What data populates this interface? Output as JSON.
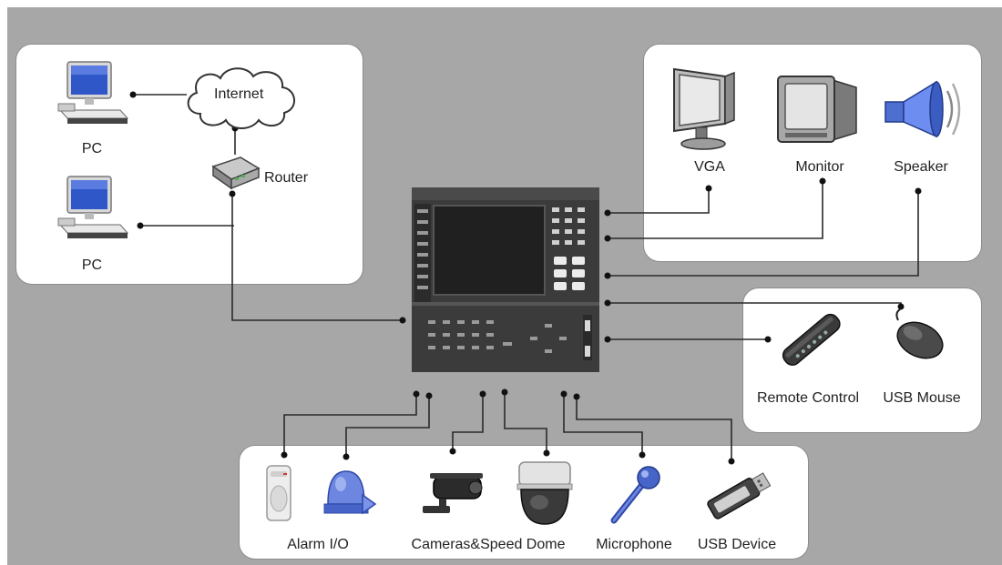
{
  "network": {
    "pc_top_label": "PC",
    "pc_bottom_label": "PC",
    "internet_label": "Internet",
    "router_label": "Router"
  },
  "display": {
    "vga_label": "VGA",
    "monitor_label": "Monitor",
    "speaker_label": "Speaker"
  },
  "control": {
    "remote_label": "Remote Control",
    "mouse_label": "USB Mouse"
  },
  "peripherals": {
    "alarm_label": "Alarm I/O",
    "cameras_label": "Cameras&Speed Dome",
    "microphone_label": "Microphone",
    "usb_label": "USB Device"
  },
  "colors": {
    "background": "#a7a7a7",
    "panel": "#ffffff",
    "wire": "#2a2a2a",
    "pc_screen": "#2f57c8",
    "device_body": "#3b3b3b"
  },
  "icons": [
    "pc-icon",
    "cloud-icon",
    "router-icon",
    "vga-display-icon",
    "crt-monitor-icon",
    "speaker-horn-icon",
    "remote-control-icon",
    "usb-mouse-icon",
    "alarm-sensor-icon",
    "alarm-output-icon",
    "bullet-camera-icon",
    "speed-dome-icon",
    "microphone-icon",
    "usb-stick-icon"
  ]
}
